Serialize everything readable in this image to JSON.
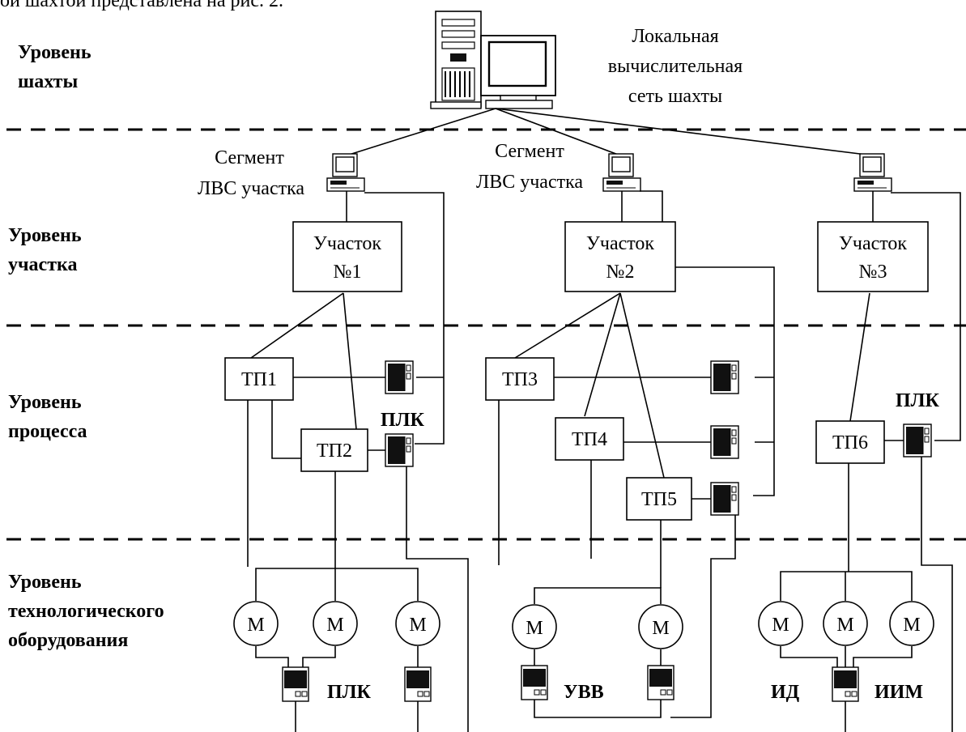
{
  "caption_fragment": "ой шахтой представлена на рис. 2.",
  "levels": {
    "mine_1": "Уровень",
    "mine_2": "шахты",
    "section_1": "Уровень",
    "section_2": "участка",
    "process_1": "Уровень",
    "process_2": "процесса",
    "equipment_1": "Уровень",
    "equipment_2": "технологического",
    "equipment_3": "оборудования"
  },
  "network": {
    "line1": "Локальная",
    "line2": "вычислительная",
    "line3": "сеть шахты"
  },
  "segments": [
    {
      "line1": "Сегмент",
      "line2": "ЛВС участка"
    },
    {
      "line1": "Сегмент",
      "line2": "ЛВС участка"
    }
  ],
  "sections": [
    {
      "line1": "Участок",
      "line2": "№1"
    },
    {
      "line1": "Участок",
      "line2": "№2"
    },
    {
      "line1": "Участок",
      "line2": "№3"
    }
  ],
  "processes": [
    "ТП1",
    "ТП2",
    "ТП3",
    "ТП4",
    "ТП5",
    "ТП6"
  ],
  "motor_label": "М",
  "labels": {
    "plk_1": "ПЛК",
    "plk_2": "ПЛК",
    "plk_3": "ПЛК",
    "uvv": "УВВ",
    "id": "ИД",
    "iim": "ИИМ"
  }
}
